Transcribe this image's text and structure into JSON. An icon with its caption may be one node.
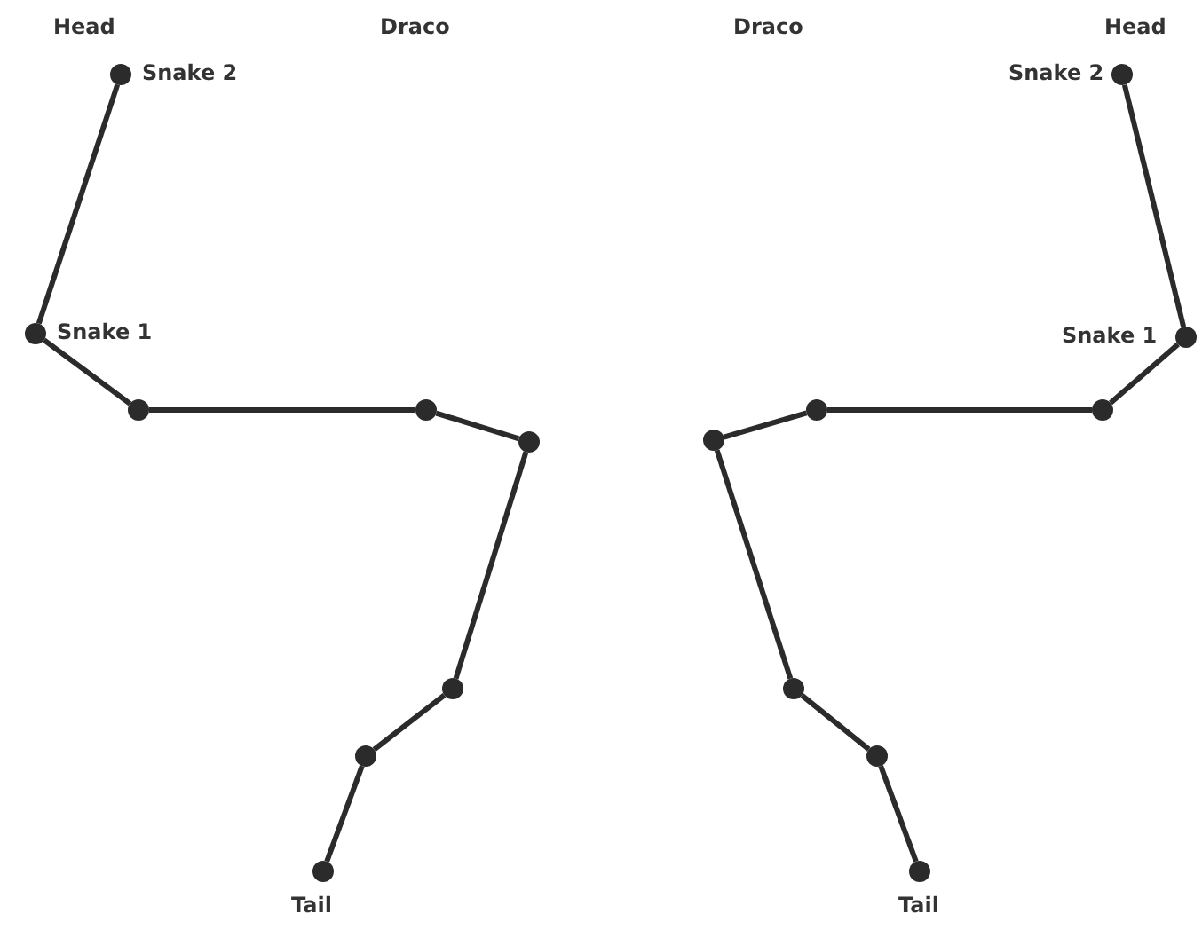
{
  "diagram": {
    "nodes": [
      {
        "text": [],
        "shape": "circle",
        "beside": [
          "Snake 2"
        ]
      },
      {
        "text": [],
        "shape": "circle",
        "beside": [
          "Snake 1"
        ]
      },
      {
        "text": [],
        "shape": "circle"
      },
      {
        "text": [],
        "shape": "circle"
      },
      {
        "text": [],
        "shape": "circle"
      },
      {
        "text": [],
        "shape": "circle"
      },
      {
        "text": [],
        "shape": "circle"
      },
      {
        "text": [],
        "shape": "circle",
        "beside": [
          "Tail"
        ]
      },
      {
        "text": [],
        "shape": "circle",
        "beside": [
          "Snake 2"
        ]
      },
      {
        "text": [],
        "shape": "circle",
        "beside": [
          "Snake 1"
        ]
      },
      {
        "text": [],
        "shape": "circle"
      },
      {
        "text": [],
        "shape": "circle"
      },
      {
        "text": [],
        "shape": "circle"
      },
      {
        "text": [],
        "shape": "circle"
      },
      {
        "text": [],
        "shape": "circle"
      },
      {
        "text": [],
        "shape": "circle",
        "beside": [
          "Tail"
        ]
      }
    ],
    "edges": [
      {
        "from": 0,
        "to": 1,
        "arrow": "none"
      },
      {
        "from": 1,
        "to": 2,
        "arrow": "none"
      },
      {
        "from": 2,
        "to": 3,
        "arrow": "none"
      },
      {
        "from": 3,
        "to": 4,
        "arrow": "none"
      },
      {
        "from": 4,
        "to": 5,
        "arrow": "none"
      },
      {
        "from": 5,
        "to": 6,
        "arrow": "none"
      },
      {
        "from": 6,
        "to": 7,
        "arrow": "none"
      },
      {
        "from": 8,
        "to": 9,
        "arrow": "none"
      },
      {
        "from": 9,
        "to": 10,
        "arrow": "none"
      },
      {
        "from": 10,
        "to": 11,
        "arrow": "none"
      },
      {
        "from": 11,
        "to": 12,
        "arrow": "none"
      },
      {
        "from": 12,
        "to": 13,
        "arrow": "none"
      },
      {
        "from": 13,
        "to": 14,
        "arrow": "none"
      },
      {
        "from": 14,
        "to": 15,
        "arrow": "none"
      }
    ],
    "labels": [
      "Head",
      "Draco",
      "Draco",
      "Head"
    ]
  }
}
